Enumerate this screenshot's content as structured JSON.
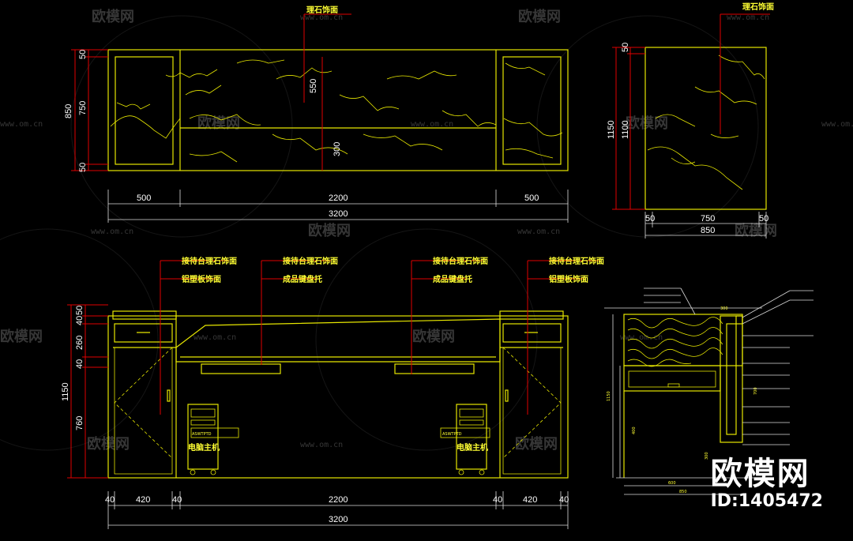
{
  "watermark": {
    "brand": "欧模网",
    "url": "www.om.cn"
  },
  "stamp": {
    "title": "欧模网",
    "id": "ID:1405472"
  },
  "front_elevation": {
    "label_top": "理石饰面",
    "dims_bottom": [
      "500",
      "2200",
      "500"
    ],
    "dim_total": "3200",
    "dims_left": [
      "50",
      "750",
      "50"
    ],
    "dim_left_total": "850",
    "dim_inner_a": "550",
    "dim_inner_b": "300"
  },
  "side_elevation": {
    "label_top": "理石饰面",
    "dims_bottom": [
      "50",
      "750",
      "50"
    ],
    "dim_total": "850",
    "dims_left": [
      "50",
      "1100"
    ],
    "dim_left_total": "1150"
  },
  "back_elevation": {
    "callouts": [
      {
        "line1": "接待台理石饰面",
        "line2": "铝塑板饰面"
      },
      {
        "line1": "接待台理石饰面",
        "line2": "成品键盘托"
      },
      {
        "line1": "接待台理石饰面",
        "line2": "成品键盘托"
      },
      {
        "line1": "接待台理石饰面",
        "line2": "铝塑板饰面"
      }
    ],
    "computer_label": "电脑主机",
    "dims_left": [
      "50",
      "40",
      "260",
      "40",
      "760"
    ],
    "dim_left_total": "1150",
    "dims_bottom": [
      "40",
      "420",
      "40",
      "2200",
      "40",
      "420",
      "40"
    ],
    "dim_total": "3200"
  },
  "section": {
    "dims_bottom": [
      "600",
      "850"
    ],
    "dim_top": "300",
    "dims_side": [
      "700",
      "400",
      "300",
      "1150"
    ]
  }
}
